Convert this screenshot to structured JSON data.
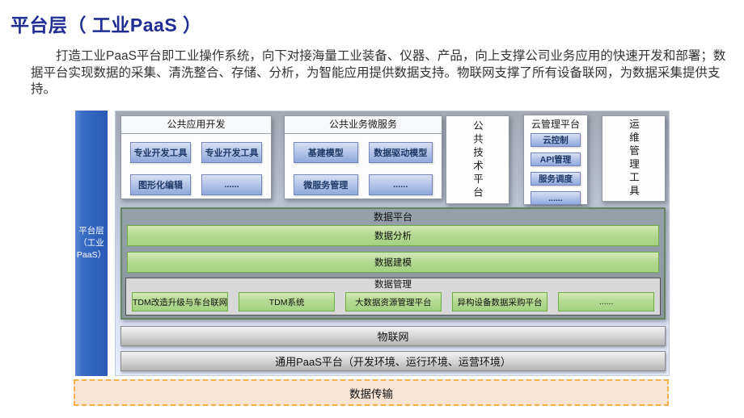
{
  "page": {
    "title": "平台层（ 工业PaaS ）",
    "paragraph": "打造工业PaaS平台即工业操作系统，向下对接海量工业装备、仪器、产品，向上支撑公司业务应用的快速开发和部署；数据平台实现数据的采集、清洗整合、存储、分析，为智能应用提供数据支持。物联网支撑了所有设备联网，为数据采集提供支持。"
  },
  "sidebar": {
    "label": "平台层\n（工业\nPaaS）"
  },
  "top_groups": {
    "app_dev": {
      "title": "公共应用开发",
      "items": [
        "专业开发工具",
        "专业开发工具",
        "图形化编辑",
        "......"
      ]
    },
    "biz_microservice": {
      "title": "公共业务微服务",
      "items": [
        "基建模型",
        "数据驱动模型",
        "微服务管理",
        "......"
      ]
    },
    "tech_platform": {
      "title": "公共技术平台"
    },
    "cloud_mgmt": {
      "title": "云管理平台",
      "items": [
        "云控制",
        "API管理",
        "服务调度",
        "......"
      ]
    },
    "ops_tools": {
      "title": "运维管理工具"
    }
  },
  "data_platform": {
    "title": "数据平台",
    "rows": [
      "数据分析",
      "数据建模"
    ],
    "data_mgmt": {
      "title": "数据管理",
      "items": [
        "TDM改造升级与车台联网",
        "TDM系统",
        "大数据资源管理平台",
        "异构设备数据采购平台",
        "......"
      ]
    }
  },
  "bars": {
    "iot": "物联网",
    "paas": "通用PaaS平台（开发环境、运行环境、运营环境）",
    "transport": "数据传输"
  },
  "colors": {
    "title_blue": "#1F2D94",
    "sidebar_blue": "#2F63BE",
    "blue_box_border": "#7388B8",
    "green_border": "#6FAE47",
    "section_frame_green": "#63855F",
    "transport_fill": "#FAE4D3",
    "transport_border": "#F3B04A"
  }
}
